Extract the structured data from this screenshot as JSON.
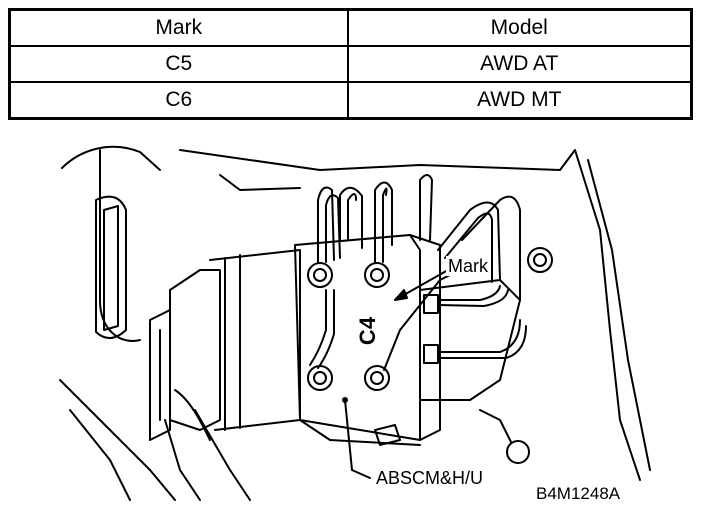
{
  "table": {
    "headers": [
      "Mark",
      "Model"
    ],
    "rows": [
      [
        "C5",
        "AWD AT"
      ],
      [
        "C6",
        "AWD MT"
      ]
    ]
  },
  "figure": {
    "stamp": "C4",
    "mark_label": "Mark",
    "unit_label": "ABSCM&H/U",
    "figure_code": "B4M1248A"
  }
}
